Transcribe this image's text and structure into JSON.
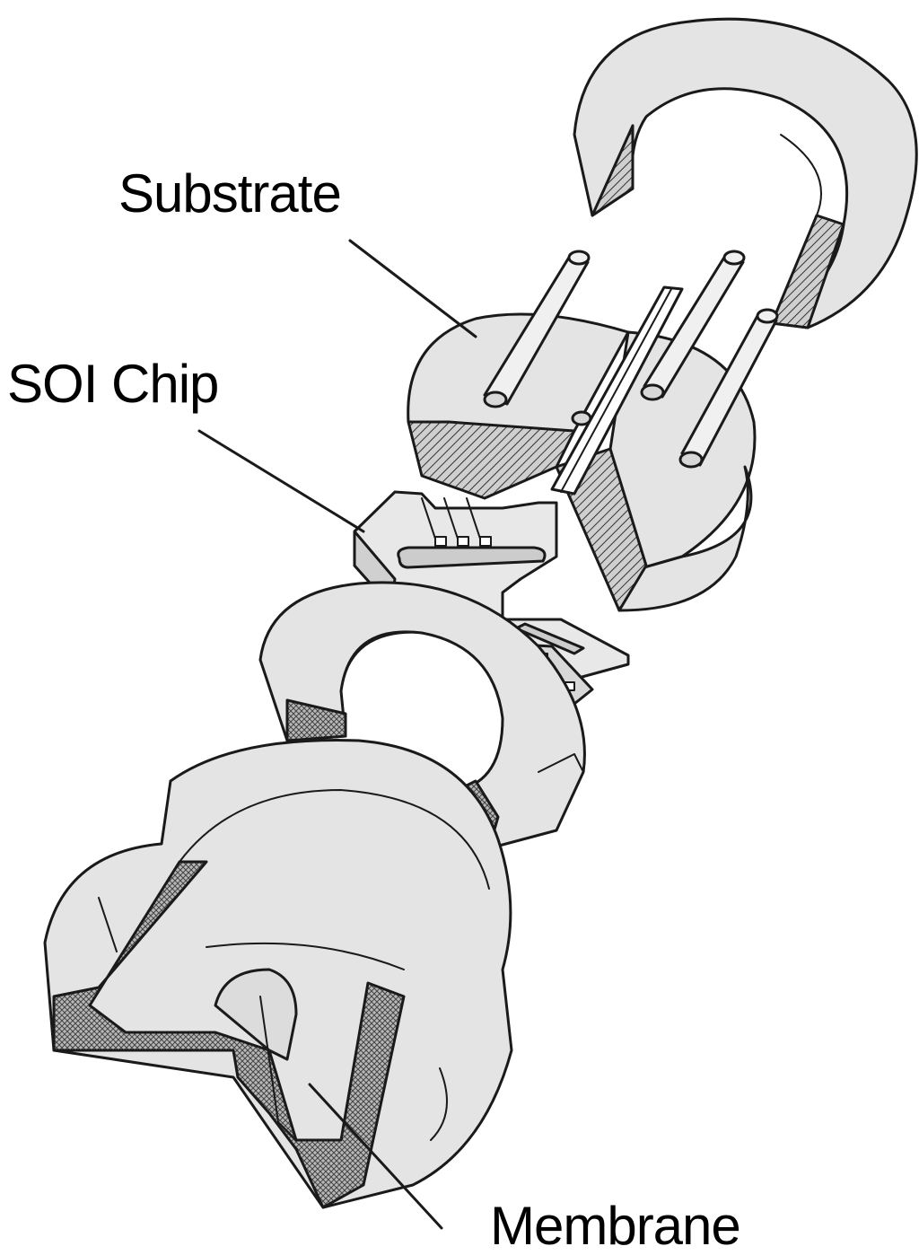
{
  "labels": {
    "substrate": "Substrate",
    "soi_chip": "SOI Chip",
    "membrane": "Membrane"
  },
  "colors": {
    "body_fill": "#e4e4e4",
    "hatch_fill": "#b0b0b0",
    "outline": "#1a1a1a",
    "background": "#ffffff"
  }
}
